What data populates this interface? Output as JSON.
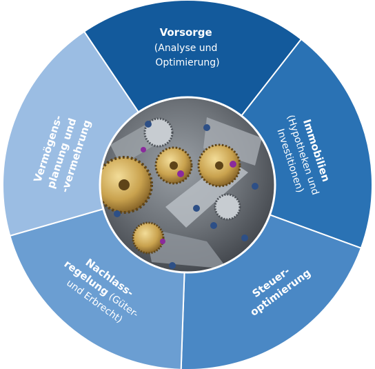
{
  "segments": [
    {
      "key": "vorsorge",
      "color": "#135a9c",
      "lines": [
        {
          "title": "Vorsorge"
        },
        {
          "text": "(Analyse und"
        },
        {
          "text": "Optimierung)"
        }
      ]
    },
    {
      "key": "immobilien",
      "color": "#2a72b4",
      "lines": [
        {
          "title": "Immobilien"
        },
        {
          "text": "(Hypotheken und"
        },
        {
          "text": "Investitionen)"
        }
      ]
    },
    {
      "key": "steuer",
      "color": "#4a88c5",
      "lines": [
        {
          "title": "Steuer-"
        },
        {
          "title": "optimierung"
        }
      ]
    },
    {
      "key": "nachlass",
      "color": "#6b9ed2",
      "lines": [
        {
          "title": "Nachlass-"
        },
        {
          "title": "regelung",
          "text": " (Güter-"
        },
        {
          "text": "und Erbrecht)"
        }
      ]
    },
    {
      "key": "vermoegen",
      "color": "#9bbde3",
      "lines": [
        {
          "title": "Vermögens-"
        },
        {
          "title": "planung und"
        },
        {
          "title": "-vermehrung"
        }
      ]
    }
  ],
  "center": {
    "image": "watch-movement-gears",
    "color": "#6f747b"
  }
}
